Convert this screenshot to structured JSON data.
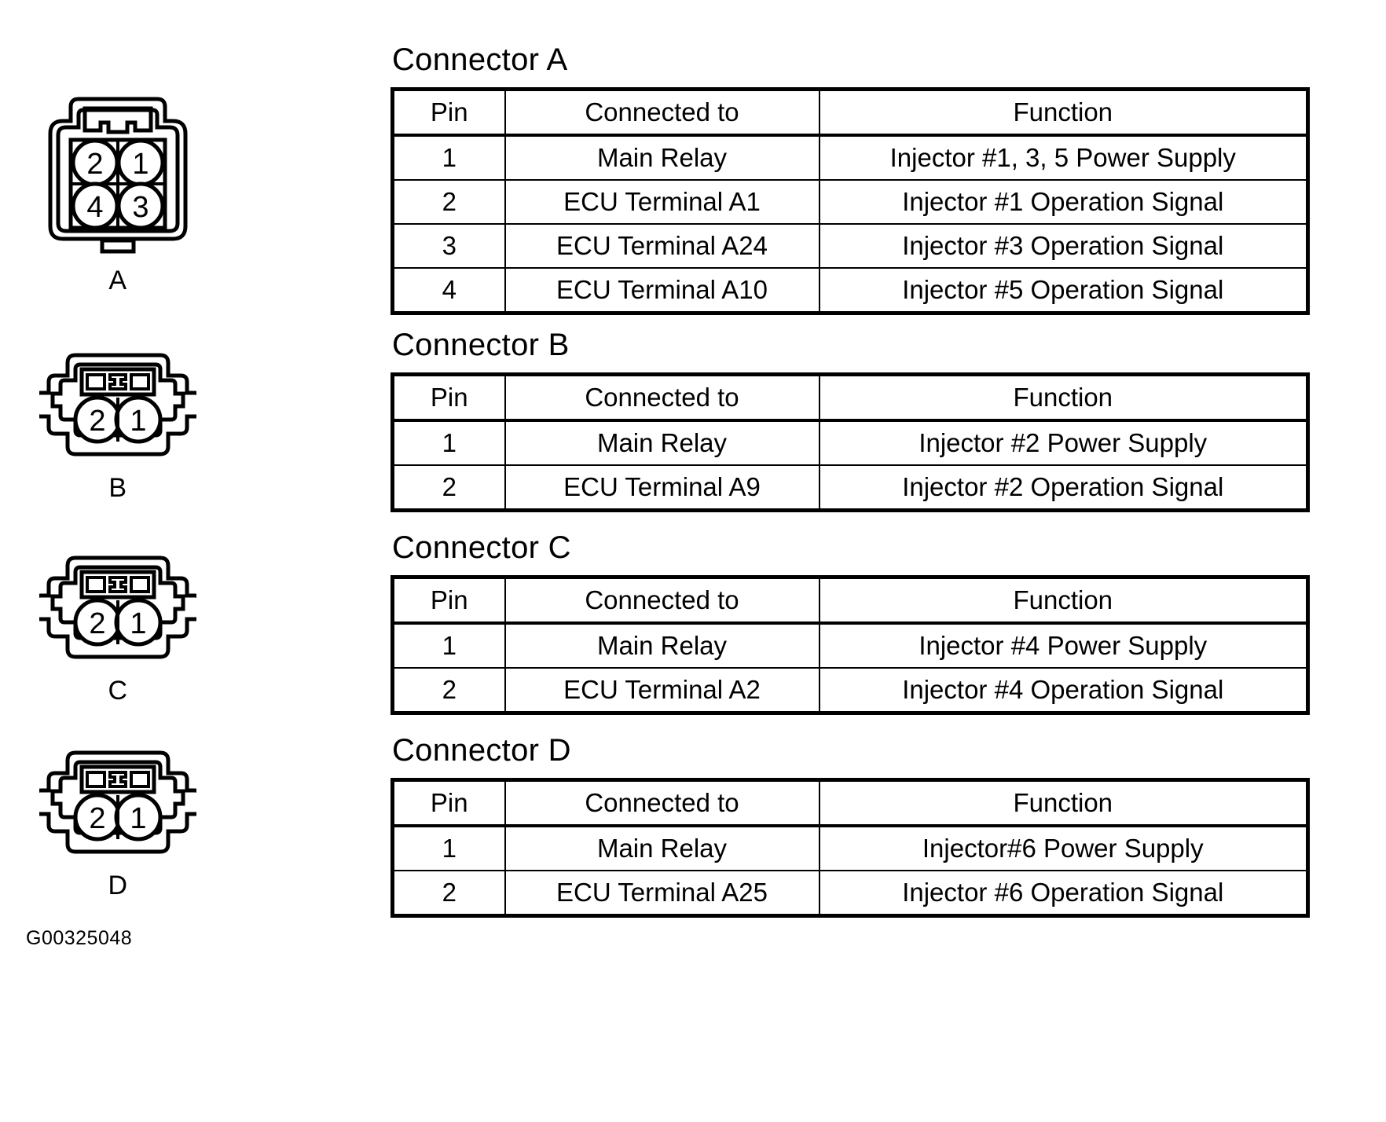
{
  "drawing_number": "G00325048",
  "figures": [
    {
      "id": "A",
      "caption": "A",
      "pin_count": 4,
      "pin_labels": [
        "2",
        "1",
        "4",
        "3"
      ],
      "style": "four-pin-latch"
    },
    {
      "id": "B",
      "caption": "B",
      "pin_count": 2,
      "pin_labels": [
        "2",
        "1"
      ],
      "style": "two-pin-wing"
    },
    {
      "id": "C",
      "caption": "C",
      "pin_count": 2,
      "pin_labels": [
        "2",
        "1"
      ],
      "style": "two-pin-wing"
    },
    {
      "id": "D",
      "caption": "D",
      "pin_count": 2,
      "pin_labels": [
        "2",
        "1"
      ],
      "style": "two-pin-wing"
    }
  ],
  "columns": [
    "Pin",
    "Connected to",
    "Function"
  ],
  "connectors": [
    {
      "title": "Connector A",
      "rows": [
        {
          "pin": "1",
          "connected_to": "Main Relay",
          "function": "Injector #1, 3, 5 Power Supply"
        },
        {
          "pin": "2",
          "connected_to": "ECU Terminal A1",
          "function": "Injector #1 Operation Signal"
        },
        {
          "pin": "3",
          "connected_to": "ECU Terminal A24",
          "function": "Injector #3 Operation Signal"
        },
        {
          "pin": "4",
          "connected_to": "ECU Terminal A10",
          "function": "Injector #5 Operation Signal"
        }
      ]
    },
    {
      "title": "Connector B",
      "rows": [
        {
          "pin": "1",
          "connected_to": "Main Relay",
          "function": "Injector #2 Power Supply"
        },
        {
          "pin": "2",
          "connected_to": "ECU Terminal A9",
          "function": "Injector #2 Operation Signal"
        }
      ]
    },
    {
      "title": "Connector C",
      "rows": [
        {
          "pin": "1",
          "connected_to": "Main Relay",
          "function": "Injector #4 Power Supply"
        },
        {
          "pin": "2",
          "connected_to": "ECU Terminal A2",
          "function": "Injector #4 Operation Signal"
        }
      ]
    },
    {
      "title": "Connector D",
      "rows": [
        {
          "pin": "1",
          "connected_to": "Main Relay",
          "function": "Injector#6 Power Supply"
        },
        {
          "pin": "2",
          "connected_to": "ECU Terminal A25",
          "function": "Injector #6 Operation Signal"
        }
      ]
    }
  ]
}
